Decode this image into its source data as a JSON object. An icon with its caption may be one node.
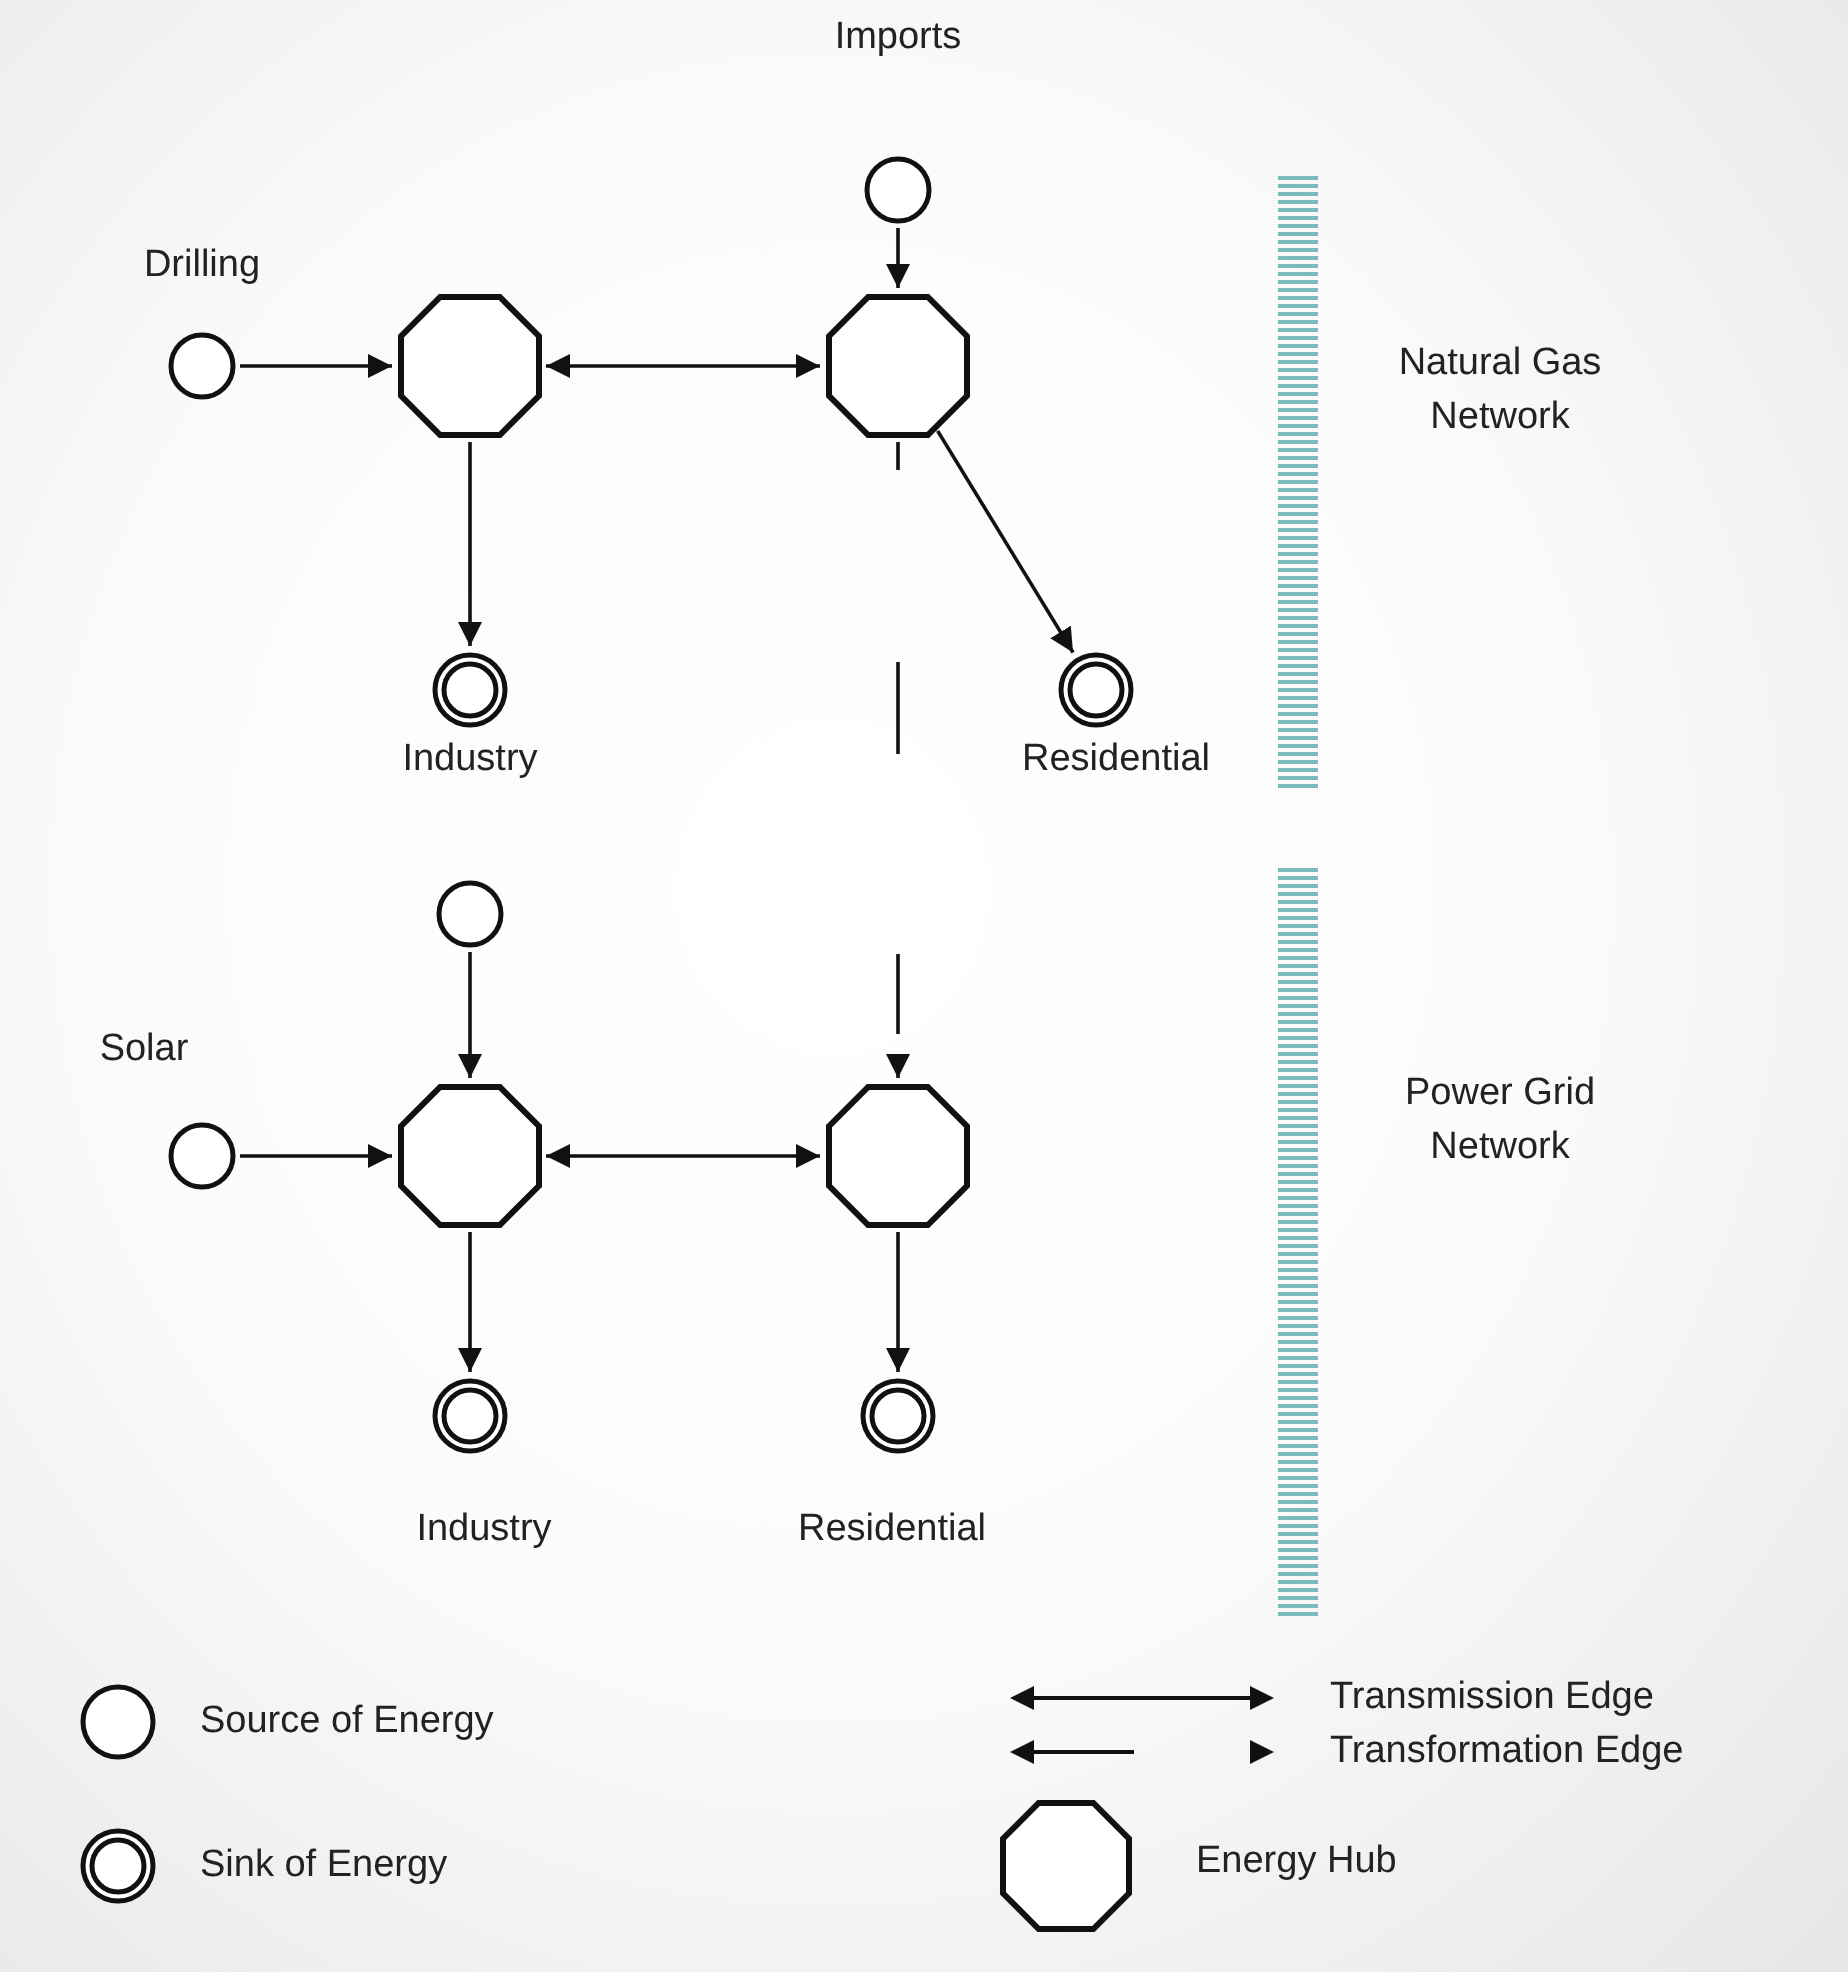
{
  "diagram": {
    "nodes": [
      {
        "text": [
          "Drilling"
        ]
      },
      {
        "text": [
          "Imports"
        ]
      },
      {
        "text": [],
        "shape": "octagon"
      },
      {
        "text": [],
        "shape": "octagon"
      },
      {
        "text": [
          "Industry"
        ]
      },
      {
        "text": [
          "Residential"
        ]
      },
      {
        "text": [],
        "shape": "circle"
      },
      {
        "text": [
          "Solar"
        ]
      },
      {
        "text": [],
        "shape": "octagon"
      },
      {
        "text": [],
        "shape": "octagon"
      },
      {
        "text": [
          "Industry"
        ]
      },
      {
        "text": [
          "Residential"
        ]
      },
      {
        "text": [],
        "shape": "bar"
      },
      {
        "text": [],
        "shape": "bar"
      }
    ],
    "edges": [
      {
        "from": 0,
        "to": 2,
        "arrow": "to"
      },
      {
        "from": 1,
        "to": 3,
        "arrow": "to"
      },
      {
        "from": 2,
        "to": 3,
        "arrow": "both"
      },
      {
        "from": 2,
        "to": 4,
        "arrow": "to"
      },
      {
        "from": 3,
        "to": 5,
        "arrow": "to"
      },
      {
        "from": 3,
        "to": 9,
        "arrow": "to",
        "style": "dashed"
      },
      {
        "from": 6,
        "to": 8,
        "arrow": "to"
      },
      {
        "from": 7,
        "to": 8,
        "arrow": "to"
      },
      {
        "from": 8,
        "to": 9,
        "arrow": "both"
      },
      {
        "from": 8,
        "to": 10,
        "arrow": "to"
      },
      {
        "from": 9,
        "to": 11,
        "arrow": "to"
      }
    ],
    "labels": [
      "Natural Gas Network",
      "Power Grid Network"
    ],
    "legend": [
      {
        "text": "Source of Energy"
      },
      {
        "text": "Sink of Energy"
      },
      {
        "text": "Transmission Edge"
      },
      {
        "text": "Transformation Edge"
      },
      {
        "text": "Energy Hub"
      }
    ]
  }
}
